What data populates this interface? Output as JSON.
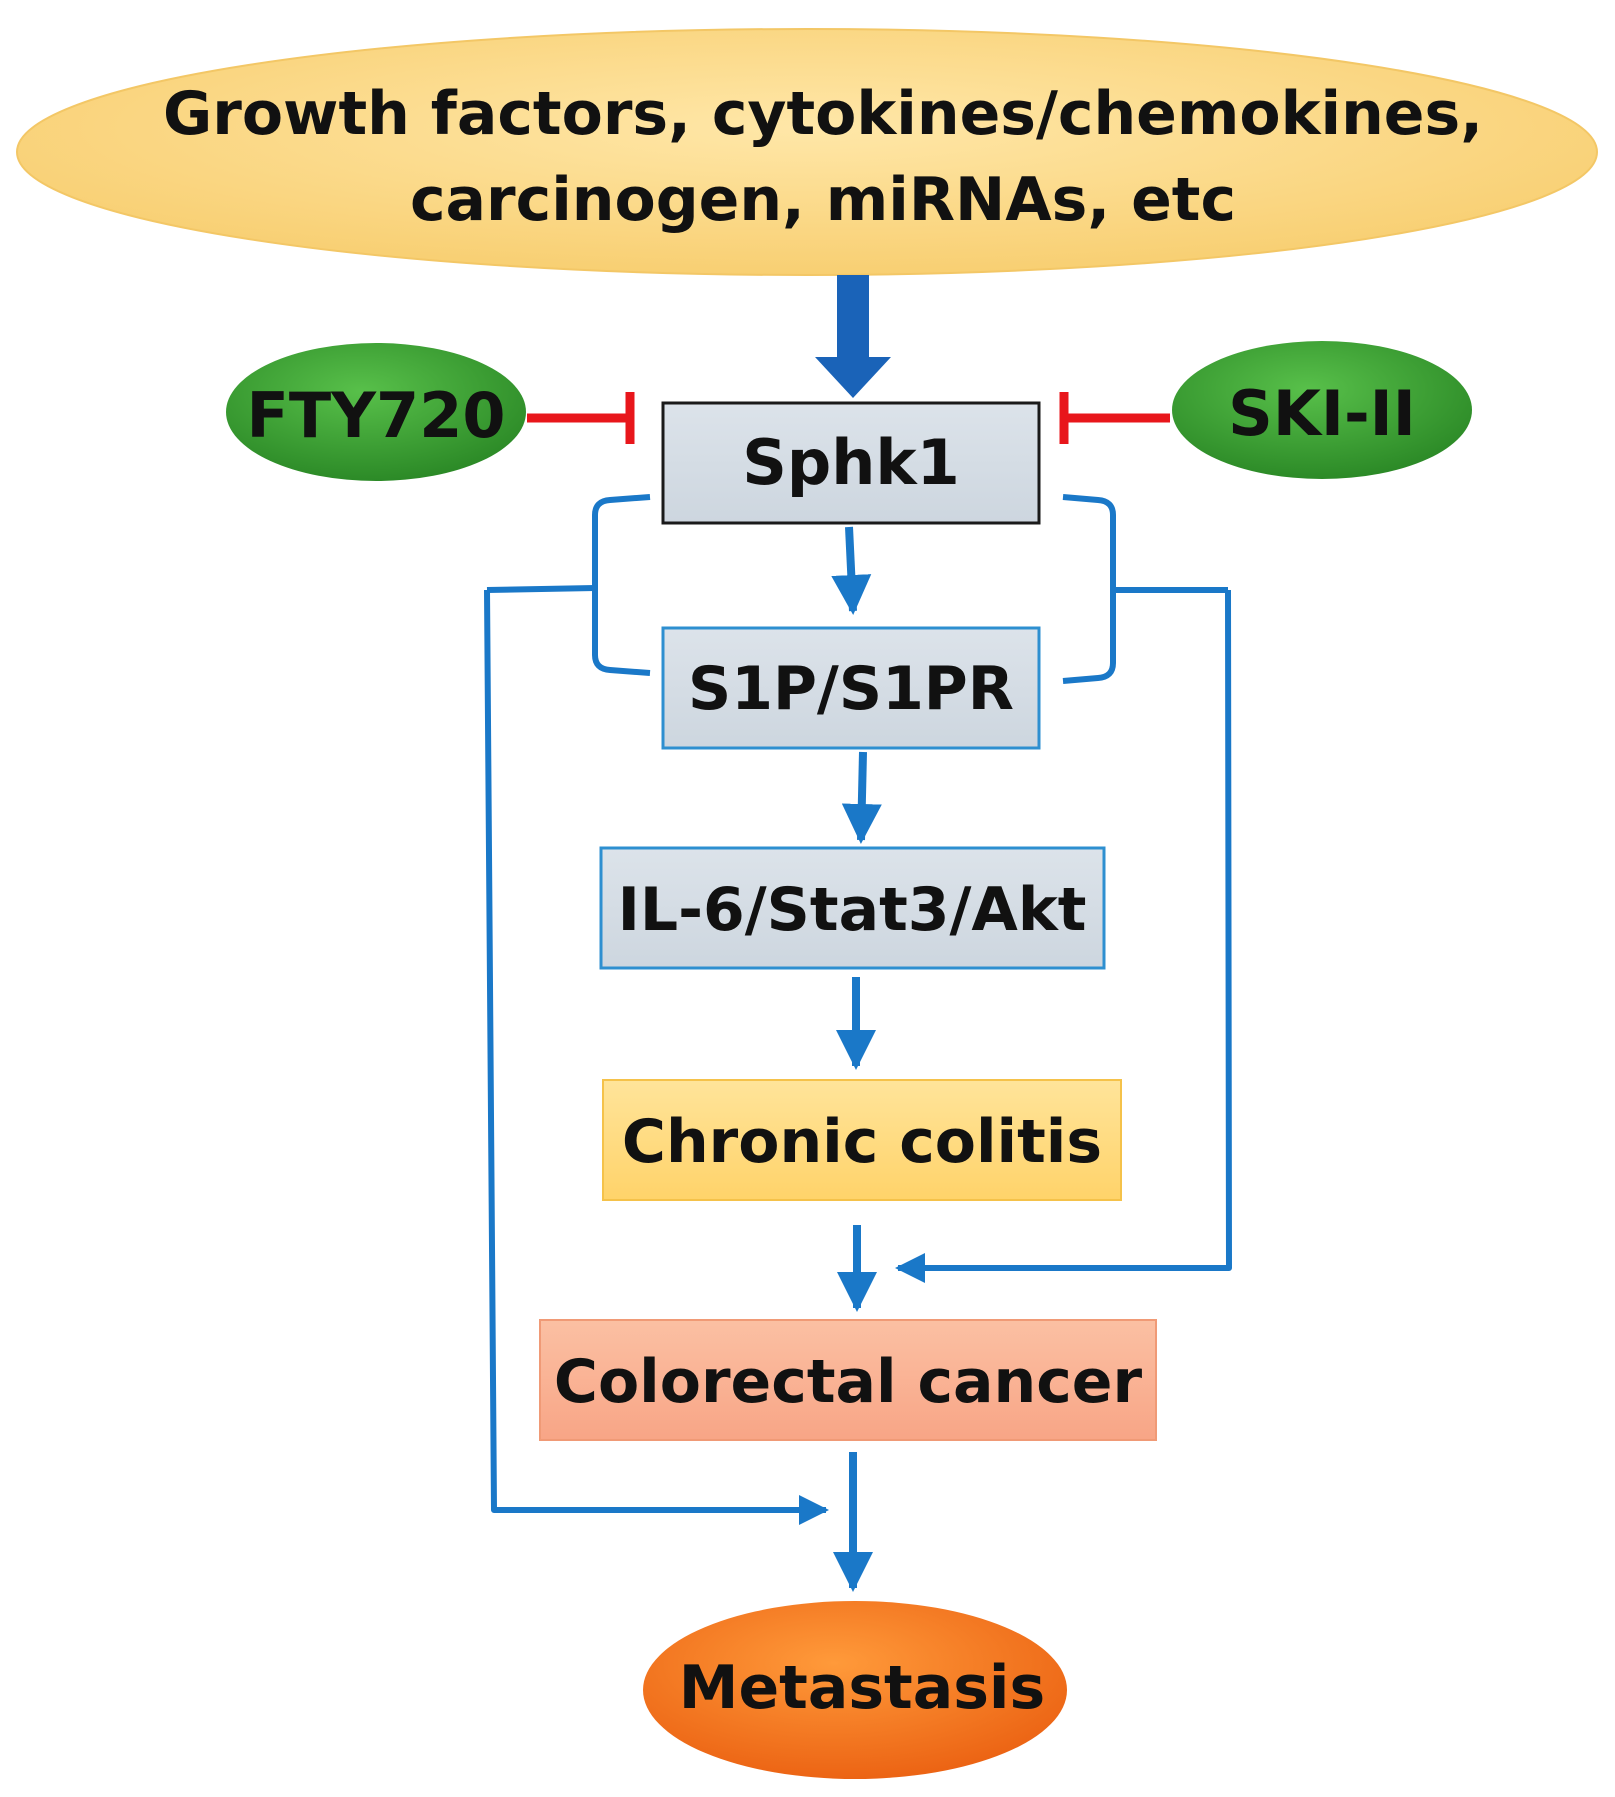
{
  "nodes": {
    "stimuli": {
      "line1": "Growth factors, cytokines/chemokines,",
      "line2": "carcinogen, miRNAs, etc"
    },
    "fty720": "FTY720",
    "ski2": "SKI-II",
    "sphk1": "Sphk1",
    "s1p": "S1P/S1PR",
    "il6": "IL-6/Stat3/Akt",
    "colitis": "Chronic colitis",
    "crc": "Colorectal cancer",
    "metastasis": "Metastasis"
  },
  "colors": {
    "stimuli_fill": "#FCD98A",
    "inhibitor_fill": "#3CA032",
    "inhibition_line": "#E8161B",
    "box_fill": "#D4DCE4",
    "box_border_blue": "#2E8FD0",
    "colitis_fill": "#FFD97A",
    "crc_fill": "#F9AF90",
    "metastasis_fill": "#F0731C",
    "arrow": "#1A78C8",
    "main_arrow": "#1A63B8"
  }
}
